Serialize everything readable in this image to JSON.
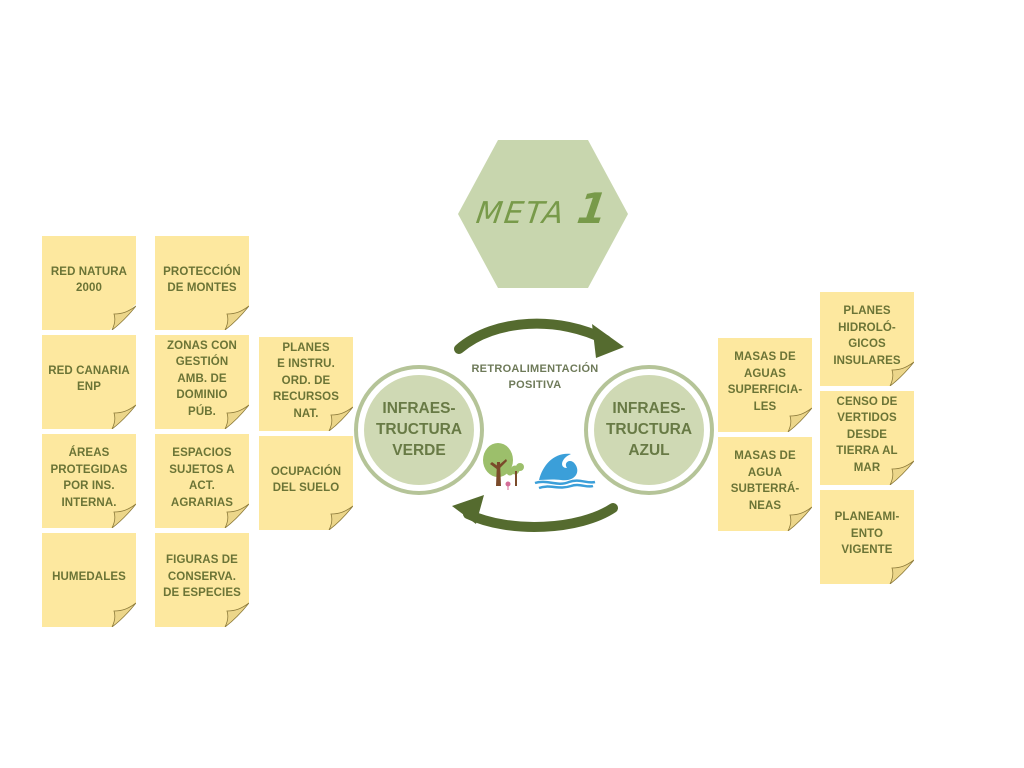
{
  "colors": {
    "note_fill": "#fde89f",
    "note_text": "#6b7436",
    "hexagon_fill": "#c8d6ae",
    "meta_text": "#789a4a",
    "circle_fill": "#cfd9b4",
    "circle_ring": "#b5c498",
    "circle_text": "#687a45",
    "arrow": "#556b2f",
    "feedback_text": "#6e7a59",
    "wave": "#3b9fd9",
    "tree_crown": "#9cbf6b",
    "tree_trunk": "#7a4a2a",
    "flower": "#d46c97"
  },
  "title": {
    "word": "META",
    "number": "1"
  },
  "center": {
    "green_infrastructure": "INFRAES-\nTRUCTURA\nVERDE",
    "blue_infrastructure": "INFRAES-\nTRUCTURA\nAZUL",
    "feedback_line1": "RETROALIMENTACIÓN",
    "feedback_line2": "POSITIVA",
    "icons": [
      "trees-icon",
      "wave-icon"
    ]
  },
  "green_notes": {
    "column1": [
      "RED NATURA\n2000",
      "RED CANARIA\nENP",
      "ÁREAS\nPROTEGIDAS\nPOR INS.\nINTERNA.",
      "HUMEDALES"
    ],
    "column2": [
      "PROTECCIÓN\nDE MONTES",
      "ZONAS CON\nGESTIÓN\nAMB. DE\nDOMINIO\nPÚB.",
      "ESPACIOS\nSUJETOS A\nACT.\nAGRARIAS",
      "FIGURAS DE\nCONSERVA.\nDE ESPECIES"
    ],
    "column3": [
      "PLANES\nE INSTRU.\nORD. DE\nRECURSOS\nNAT.",
      "OCUPACIÓN\nDEL SUELO"
    ]
  },
  "blue_notes": {
    "column1": [
      "MASAS DE\nAGUAS\nSUPERFICIA-\nLES",
      "MASAS DE\nAGUA\nSUBTERRÁ-\nNEAS"
    ],
    "column2": [
      "PLANES\nHIDROLÓ-\nGICOS\nINSULARES",
      "CENSO DE\nVERTIDOS\nDESDE\nTIERRA AL\nMAR",
      "PLANEAMI-\nENTO\nVIGENTE"
    ]
  }
}
